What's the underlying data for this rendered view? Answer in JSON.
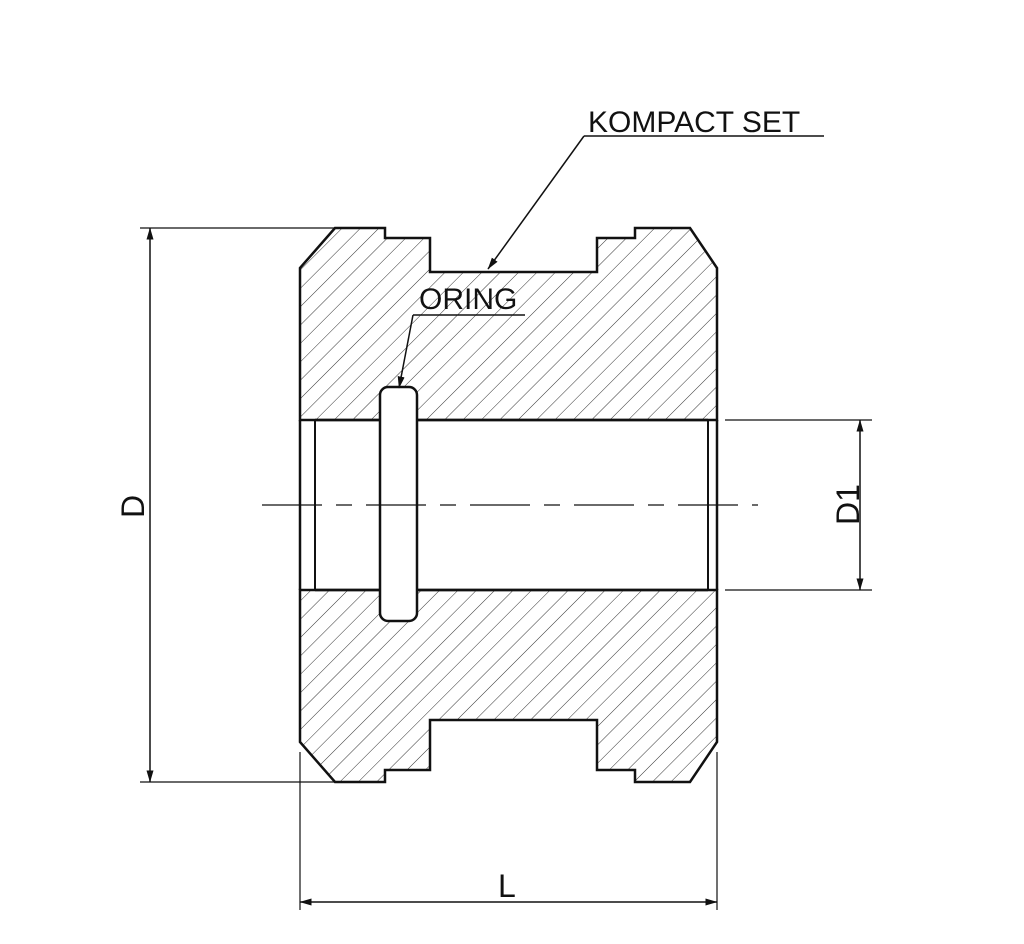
{
  "labels": {
    "kompact_set": "KOMPACT SET",
    "oring": "ORING",
    "dim_d": "D",
    "dim_d1": "D1",
    "dim_l": "L"
  },
  "colors": {
    "line": "#111111",
    "hatch": "#333333",
    "background": "#ffffff"
  }
}
